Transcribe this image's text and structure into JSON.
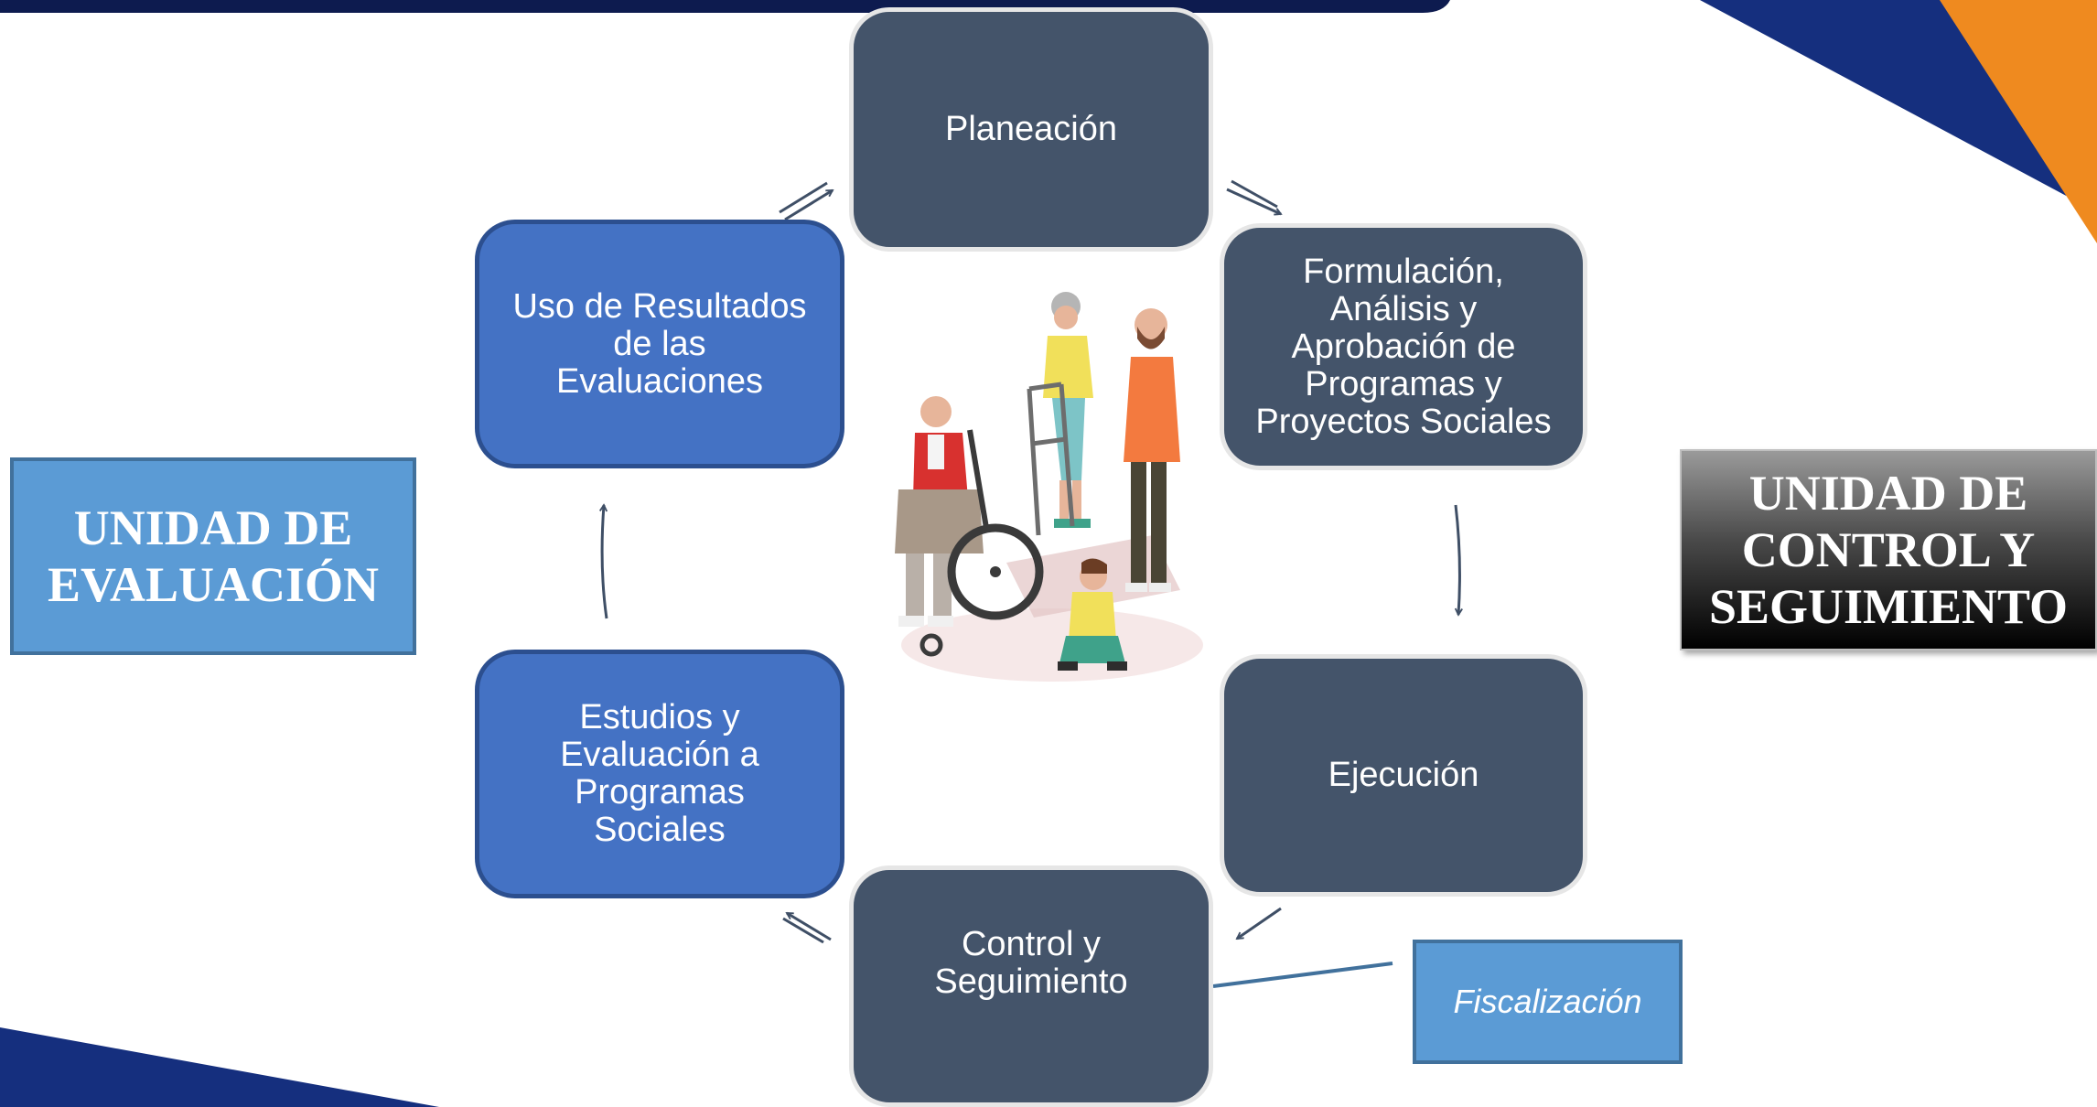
{
  "diagram": {
    "nodes": {
      "planeacion": "Planeación",
      "formulacion": "Formulación,\nAnálisis y\nAprobación de\nProgramas y\nProyectos Sociales",
      "ejecucion": "Ejecución",
      "control": "Control y\nSeguimiento",
      "estudios": "Estudios y\nEvaluación a\nProgramas\nSociales",
      "uso": "Uso de Resultados\nde las\nEvaluaciones"
    },
    "units": {
      "evaluacion": "UNIDAD DE\nEVALUACIÓN",
      "control": "UNIDAD DE\nCONTROL Y\nSEGUIMIENTO"
    },
    "fiscalizacion": "Fiscalización",
    "colors": {
      "dark_node": "#44546a",
      "blue_node": "#4472c4",
      "unit_blue": "#5b9bd5",
      "banner_navy": "#0d1b4f",
      "corner_blue": "#152f7e",
      "corner_orange": "#ef8a1f"
    }
  }
}
